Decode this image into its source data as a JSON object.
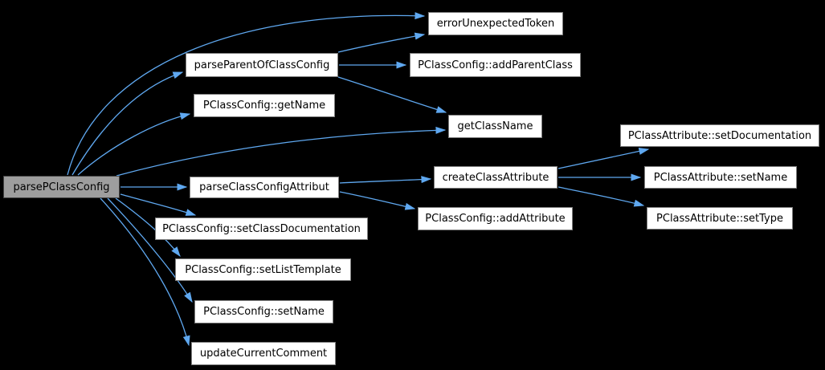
{
  "diagram": {
    "type": "call-graph",
    "colors": {
      "background": "#000000",
      "edge": "#5FA8F0",
      "node_fill": "#FFFFFF",
      "node_border": "#7E7E7E",
      "node_text": "#000000",
      "main_node_fill": "#9E9E9E",
      "main_node_border": "#424242"
    },
    "nodes": [
      {
        "id": "parsePClassConfig",
        "label": "parsePClassConfig",
        "main": true
      },
      {
        "id": "errorUnexpectedToken",
        "label": "errorUnexpectedToken",
        "main": false
      },
      {
        "id": "parseParentOfClassConfig",
        "label": "parseParentOfClassConfig",
        "main": false
      },
      {
        "id": "PClassConfig::addParentClass",
        "label": "PClassConfig::addParentClass",
        "main": false
      },
      {
        "id": "PClassConfig::getName",
        "label": "PClassConfig::getName",
        "main": false
      },
      {
        "id": "getClassName",
        "label": "getClassName",
        "main": false
      },
      {
        "id": "PClassAttribute::setDocumentation",
        "label": "PClassAttribute::setDocumentation",
        "main": false
      },
      {
        "id": "createClassAttribute",
        "label": "createClassAttribute",
        "main": false
      },
      {
        "id": "PClassAttribute::setName",
        "label": "PClassAttribute::setName",
        "main": false
      },
      {
        "id": "parseClassConfigAttribut",
        "label": "parseClassConfigAttribut",
        "main": false
      },
      {
        "id": "PClassConfig::addAttribute",
        "label": "PClassConfig::addAttribute",
        "main": false
      },
      {
        "id": "PClassAttribute::setType",
        "label": "PClassAttribute::setType",
        "main": false
      },
      {
        "id": "PClassConfig::setClassDocumentation",
        "label": "PClassConfig::setClassDocumentation",
        "main": false
      },
      {
        "id": "PClassConfig::setListTemplate",
        "label": "PClassConfig::setListTemplate",
        "main": false
      },
      {
        "id": "PClassConfig::setName",
        "label": "PClassConfig::setName",
        "main": false
      },
      {
        "id": "updateCurrentComment",
        "label": "updateCurrentComment",
        "main": false
      }
    ],
    "edges": [
      {
        "from": "parsePClassConfig",
        "to": "errorUnexpectedToken"
      },
      {
        "from": "parsePClassConfig",
        "to": "parseParentOfClassConfig"
      },
      {
        "from": "parsePClassConfig",
        "to": "PClassConfig::getName"
      },
      {
        "from": "parsePClassConfig",
        "to": "getClassName"
      },
      {
        "from": "parsePClassConfig",
        "to": "parseClassConfigAttribut"
      },
      {
        "from": "parsePClassConfig",
        "to": "PClassConfig::setClassDocumentation"
      },
      {
        "from": "parsePClassConfig",
        "to": "PClassConfig::setListTemplate"
      },
      {
        "from": "parsePClassConfig",
        "to": "PClassConfig::setName"
      },
      {
        "from": "parsePClassConfig",
        "to": "updateCurrentComment"
      },
      {
        "from": "parseParentOfClassConfig",
        "to": "errorUnexpectedToken"
      },
      {
        "from": "parseParentOfClassConfig",
        "to": "PClassConfig::addParentClass"
      },
      {
        "from": "parseParentOfClassConfig",
        "to": "getClassName"
      },
      {
        "from": "parseClassConfigAttribut",
        "to": "createClassAttribute"
      },
      {
        "from": "parseClassConfigAttribut",
        "to": "PClassConfig::addAttribute"
      },
      {
        "from": "createClassAttribute",
        "to": "PClassAttribute::setDocumentation"
      },
      {
        "from": "createClassAttribute",
        "to": "PClassAttribute::setName"
      },
      {
        "from": "createClassAttribute",
        "to": "PClassAttribute::setType"
      }
    ]
  }
}
